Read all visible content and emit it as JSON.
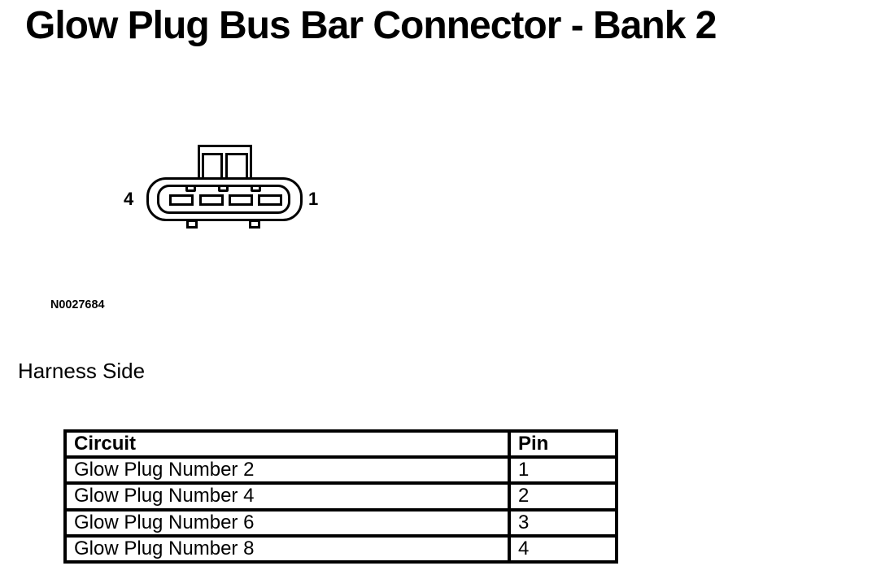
{
  "page": {
    "title": "Glow Plug Bus Bar Connector - Bank 2",
    "section_label": "Harness Side",
    "figure_number": "N0027684"
  },
  "connector": {
    "left_end_pin_label": "4",
    "right_end_pin_label": "1",
    "pin_count": 4
  },
  "table": {
    "headers": {
      "circuit": "Circuit",
      "pin": "Pin"
    },
    "rows": [
      {
        "circuit": "Glow Plug Number 2",
        "pin": "1"
      },
      {
        "circuit": "Glow Plug Number 4",
        "pin": "2"
      },
      {
        "circuit": "Glow Plug Number 6",
        "pin": "3"
      },
      {
        "circuit": "Glow Plug Number 8",
        "pin": "4"
      }
    ]
  },
  "colors": {
    "ink": "#000000",
    "background": "#ffffff"
  }
}
